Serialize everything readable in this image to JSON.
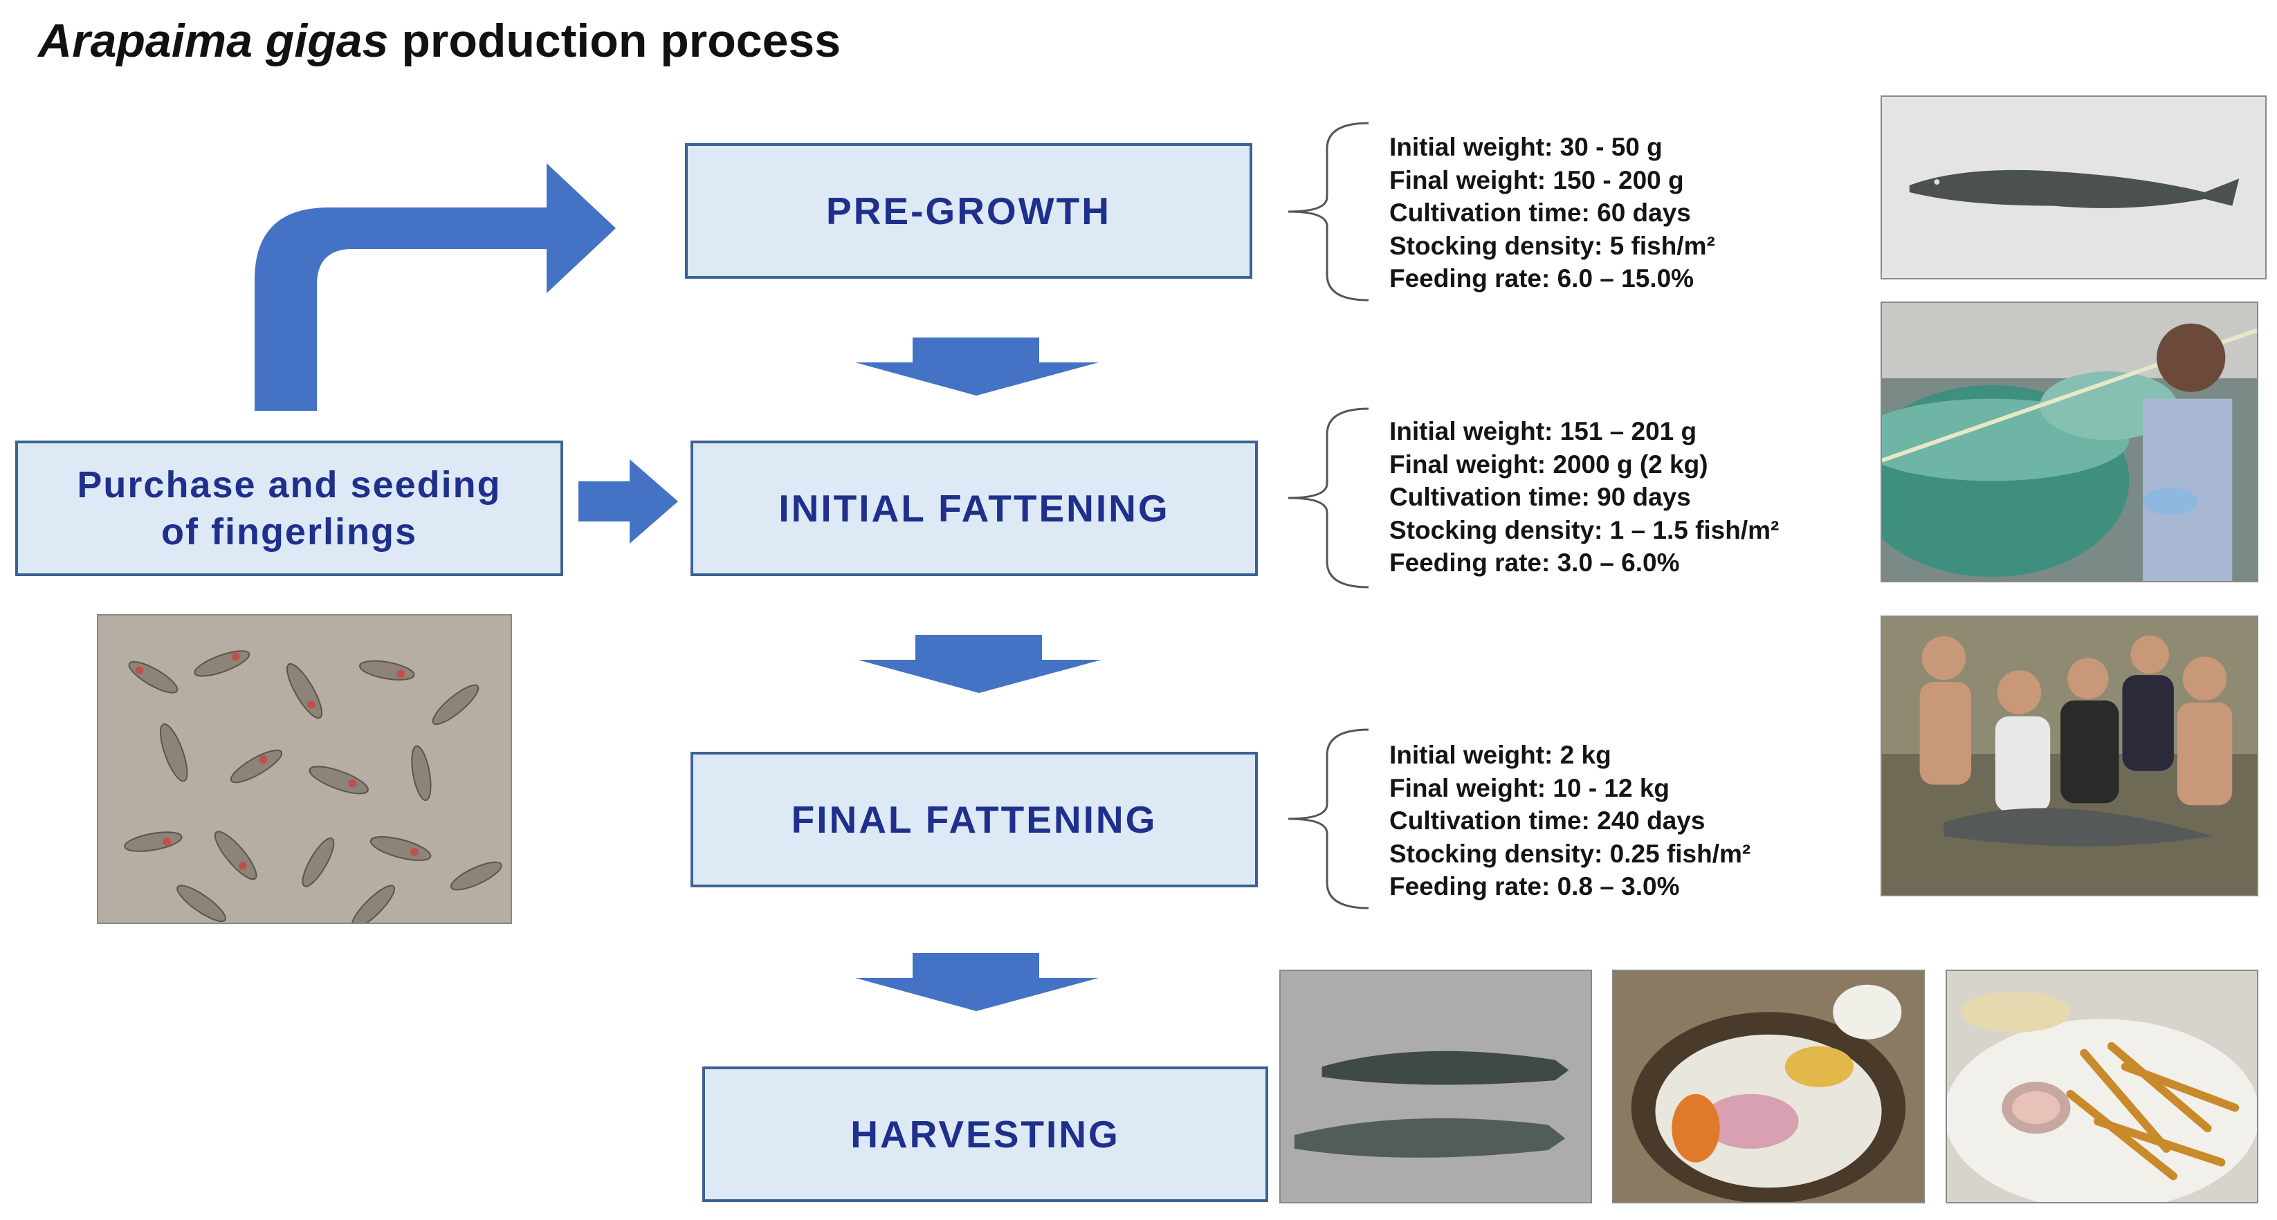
{
  "title": {
    "scientific": "Arapaima gigas",
    "rest": " production process"
  },
  "stages": {
    "purchase": {
      "line1": "Purchase and seeding",
      "line2": "of fingerlings"
    },
    "pregrowth": "PRE-GROWTH",
    "initial": "INITIAL FATTENING",
    "final": "FINAL FATTENING",
    "harvest": "HARVESTING"
  },
  "pregrowth_info": {
    "initial_weight": "Initial weight: 30 - 50 g",
    "final_weight": "Final weight: 150 - 200 g",
    "cultivation_time": "Cultivation time: 60  days",
    "stocking_density": "Stocking density: 5 fish/m²",
    "feeding_rate": "Feeding rate: 6.0 – 15.0%"
  },
  "initial_info": {
    "initial_weight": "Initial weight: 151 – 201 g",
    "final_weight": "Final weight: 2000 g (2 kg)",
    "cultivation_time": "Cultivation time: 90  days",
    "stocking_density": "Stocking density: 1 – 1.5 fish/m²",
    "feeding_rate": "Feeding rate: 3.0 – 6.0%"
  },
  "final_info": {
    "initial_weight": "Initial weight: 2 kg",
    "final_weight": "Final weight: 10 - 12 kg",
    "cultivation_time": "Cultivation time: 240 days",
    "stocking_density": "Stocking density: 0.25 fish/m²",
    "feeding_rate": "Feeding rate: 0.8 – 3.0%"
  },
  "colors": {
    "box_fill": "#dde9f5",
    "box_border": "#3d6294",
    "box_text": "#1f2f8c",
    "arrow": "#4472c4"
  },
  "photos": [
    "fingerlings-photo",
    "pregrowth-fish-photo",
    "tank-photo",
    "people-with-fish-photo",
    "harvested-fish-photo",
    "ceviche-photo",
    "fried-fish-dish-photo"
  ]
}
